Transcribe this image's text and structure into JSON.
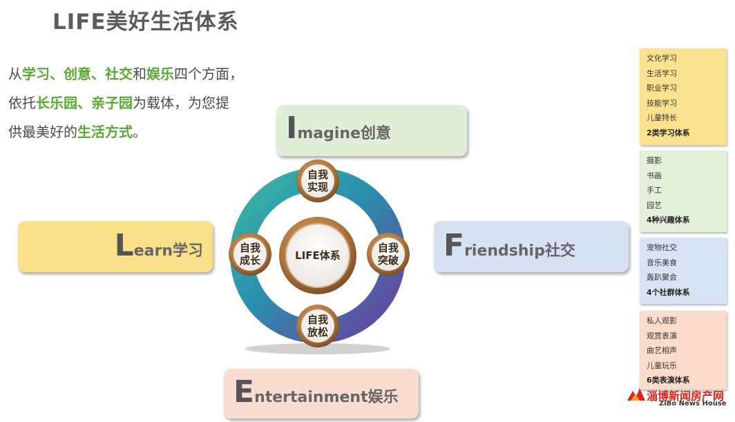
{
  "title": "LIFE美好生活体系",
  "intro": {
    "p1": "从",
    "h1": "学习、创意、社交",
    "p2": "和",
    "h2": "娱乐",
    "p3": "四个方面，",
    "p4": "依托",
    "h3": "长乐园、亲子园",
    "p5": "为载体，为您提",
    "p6": "供最美好的",
    "h4": "生活方式",
    "p7": "。"
  },
  "panels": {
    "imagine": {
      "initial": "I",
      "rest": "magine创意"
    },
    "learn": {
      "initial": "L",
      "rest": "earn学习"
    },
    "friendship": {
      "initial": "F",
      "rest": "riendship社交"
    },
    "entertainment": {
      "initial": "E",
      "rest": "ntertainment娱乐"
    }
  },
  "diagram": {
    "center": "LIFE体系",
    "nodes": {
      "top": [
        "自我",
        "实现"
      ],
      "left": [
        "自我",
        "成长"
      ],
      "right": [
        "自我",
        "突破"
      ],
      "bottom": [
        "自我",
        "放松"
      ]
    }
  },
  "sidebar": {
    "box1": {
      "items": [
        "文化学习",
        "生活学习",
        "职业学习",
        "技能学习",
        "儿童特长"
      ],
      "summary": "2类学习体系"
    },
    "box2": {
      "items": [
        "摄影",
        "书画",
        "手工",
        "园艺"
      ],
      "summary": "4种兴趣体系"
    },
    "box3": {
      "items": [
        "宠物社交",
        "音乐美食",
        "轰趴聚会"
      ],
      "summary": "4个社群体系"
    },
    "box4": {
      "items": [
        "私人观影",
        "观赏表演",
        "曲艺相声",
        "儿童玩乐"
      ],
      "summary": "6类表演体系"
    }
  },
  "watermark": {
    "brand": "淄博新闻房产网",
    "sub": "ZiBo News House"
  },
  "colors": {
    "highlight": "#5aa833",
    "imagine": "#e1efd8",
    "learn": "#fbe08c",
    "friendship": "#d6e2f2",
    "entertainment": "#f9ddd0",
    "ring_teal": "#2aa39c",
    "ring_purple": "#6b4aa0",
    "bronze": "#a8713b"
  }
}
